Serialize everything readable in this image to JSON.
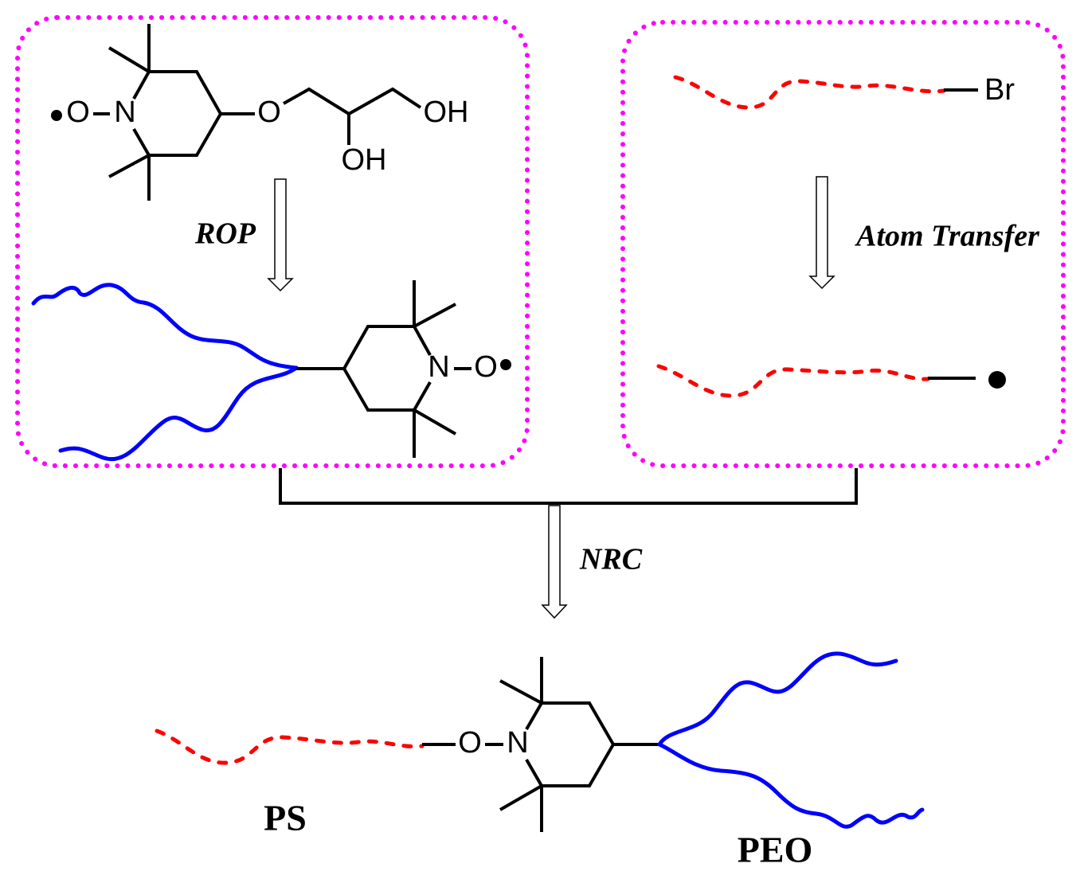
{
  "colors": {
    "box": "#ff00ff",
    "peo": "#0000ff",
    "ps": "#ff0000"
  },
  "top_left": {
    "radical_O": "O",
    "N": "N",
    "ether_O": "O",
    "OH1": "OH",
    "OH2": "OH",
    "step_label": "ROP",
    "product_N": "N",
    "product_O": "O"
  },
  "top_right": {
    "Br": "Br",
    "step_label": "Atom Transfer"
  },
  "coupling": {
    "step_label": "NRC"
  },
  "product": {
    "O": "O",
    "N": "N",
    "ps_label": "PS",
    "peo_label": "PEO"
  }
}
